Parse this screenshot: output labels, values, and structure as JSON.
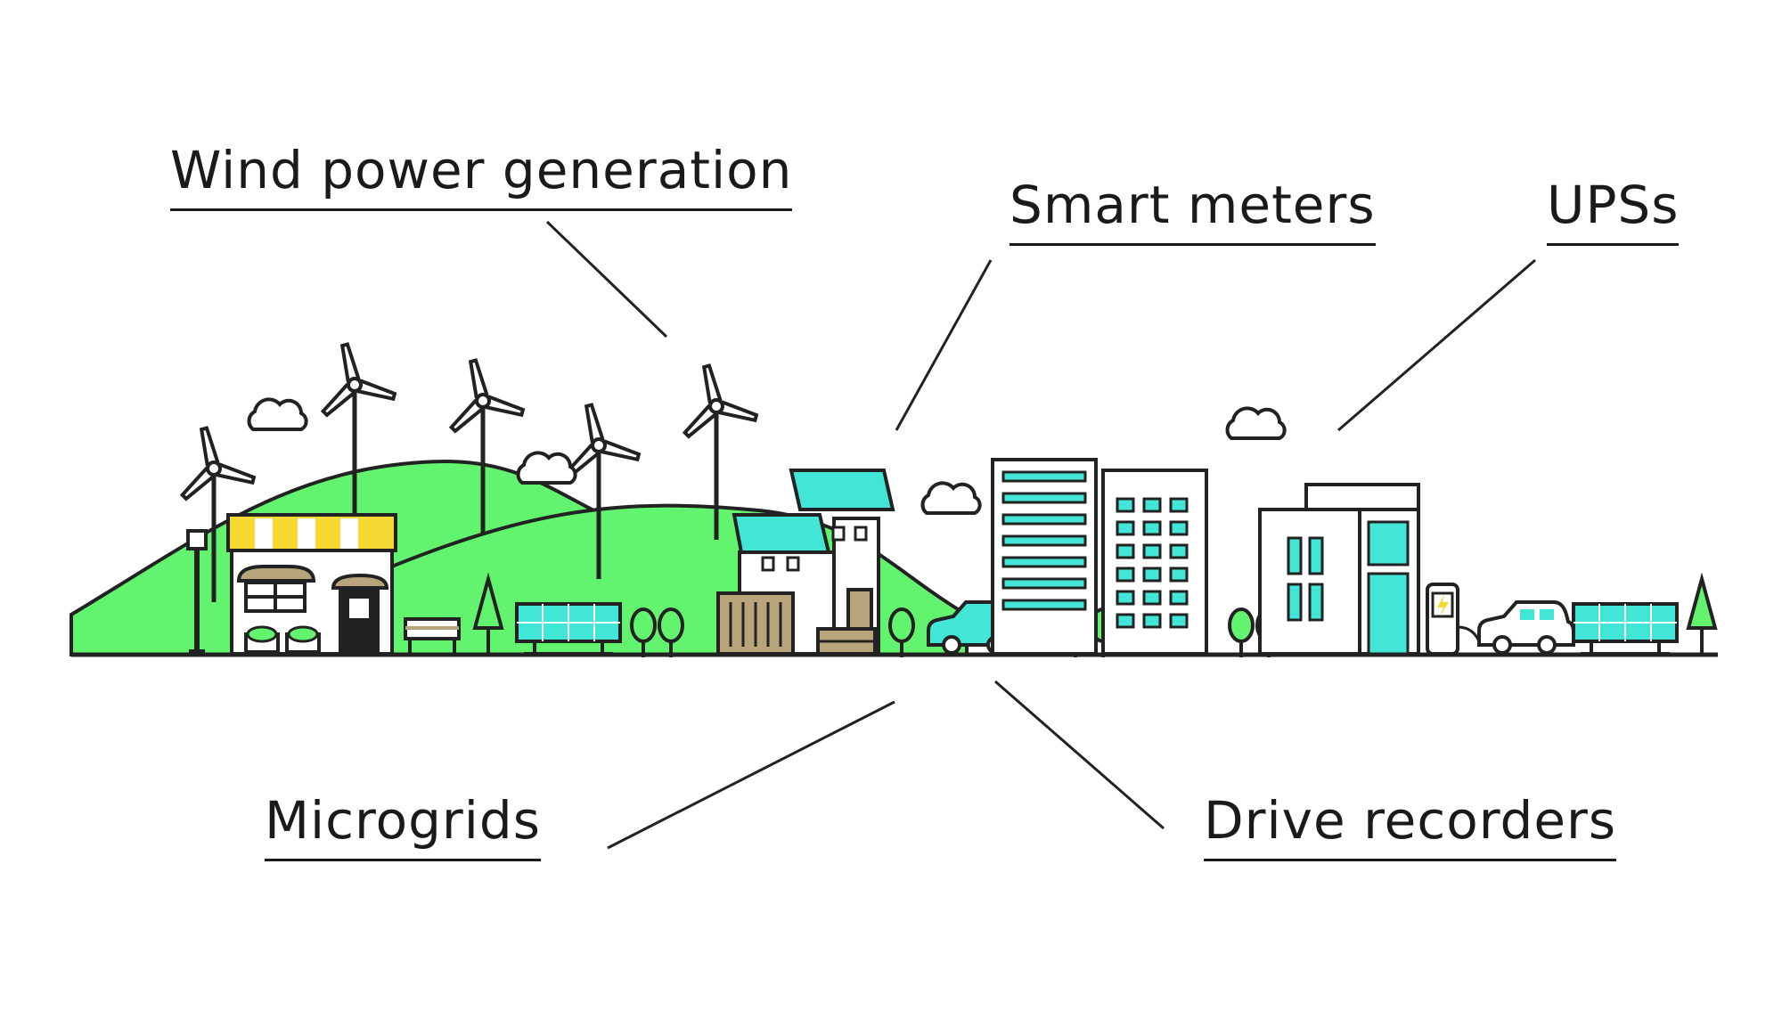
{
  "labels": {
    "wind": "Wind power generation",
    "smart_meters": "Smart meters",
    "ups": "UPSs",
    "microgrids": "Microgrids",
    "drive_recorders": "Drive recorders"
  },
  "colors": {
    "hill": "#62f46f",
    "outline": "#222222",
    "solar_panel": "#42e6d6",
    "awning": "#f5d831",
    "wood": "#b9a57c",
    "building_window": "#42e6d6"
  },
  "icons": [
    "wind-turbine-icon",
    "cloud-icon",
    "solar-panel-icon",
    "tree-icon",
    "car-icon",
    "ev-charger-icon",
    "street-lamp-icon",
    "bench-icon"
  ]
}
